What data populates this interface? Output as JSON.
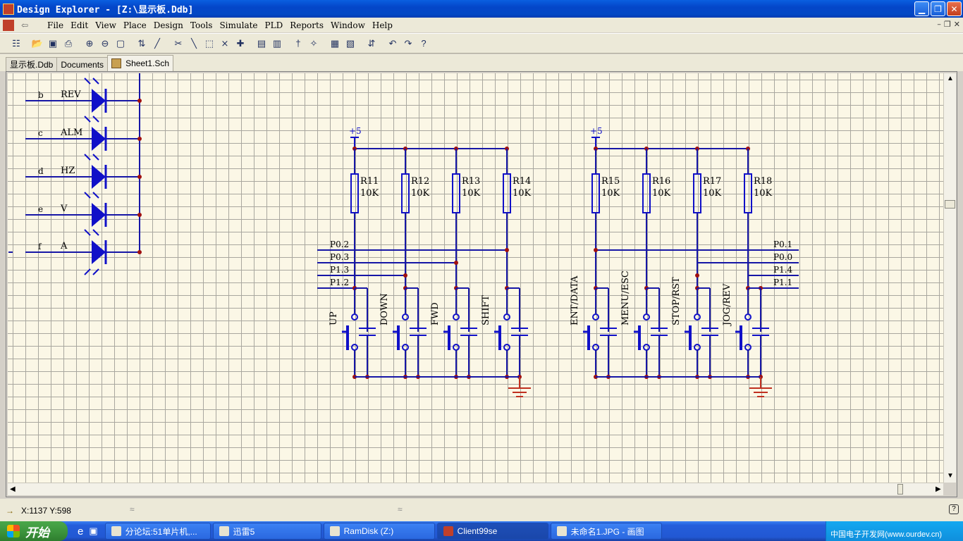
{
  "window": {
    "title": "Design Explorer - [Z:\\显示板.Ddb]",
    "minimize_icon": "minimize-icon",
    "restore_icon": "restore-icon",
    "close_icon": "close-icon"
  },
  "menubar": {
    "items": [
      "File",
      "Edit",
      "View",
      "Place",
      "Design",
      "Tools",
      "Simulate",
      "PLD",
      "Reports",
      "Window",
      "Help"
    ]
  },
  "tabs": [
    {
      "label": "显示板.Ddb"
    },
    {
      "label": "Documents"
    },
    {
      "label": "Sheet1.Sch",
      "active": true
    }
  ],
  "toolbar": {
    "icons": [
      "tree-icon",
      "open-icon",
      "save-icon",
      "print-icon",
      "zoom-in-icon",
      "zoom-out-icon",
      "zoom-fit-icon",
      "hierarchy-icon",
      "wire-icon",
      "cut-icon",
      "line-icon",
      "select-icon",
      "deselect-icon",
      "move-icon",
      "library-icon",
      "browse-icon",
      "probe-icon",
      "highlight-icon",
      "netlist-icon",
      "annotate-icon",
      "align-icon",
      "undo-icon",
      "redo-icon",
      "help-icon"
    ]
  },
  "schematic": {
    "led_rows": [
      {
        "pin": "b",
        "label": "REV"
      },
      {
        "pin": "c",
        "label": "ALM"
      },
      {
        "pin": "d",
        "label": "HZ"
      },
      {
        "pin": "e",
        "label": "V"
      },
      {
        "pin": "f",
        "label": "A"
      }
    ],
    "power_label_left": "+5",
    "power_label_right": "+5",
    "resistors_left": [
      {
        "ref": "R11",
        "value": "10K"
      },
      {
        "ref": "R12",
        "value": "10K"
      },
      {
        "ref": "R13",
        "value": "10K"
      },
      {
        "ref": "R14",
        "value": "10K"
      }
    ],
    "resistors_right": [
      {
        "ref": "R15",
        "value": "10K"
      },
      {
        "ref": "R16",
        "value": "10K"
      },
      {
        "ref": "R17",
        "value": "10K"
      },
      {
        "ref": "R18",
        "value": "10K"
      }
    ],
    "nets_left": [
      "P0.2",
      "P0.3",
      "P1.3",
      "P1.2"
    ],
    "nets_right": [
      "P0.1",
      "P0.0",
      "P1.4",
      "P1.1"
    ],
    "switches_left": [
      "UP",
      "DOWN",
      "FWD",
      "SHIFT"
    ],
    "switches_right": [
      "ENT/DATA",
      "MENU/ESC",
      "STOP/RST",
      "JOG/REV"
    ],
    "colors": {
      "wire": "#1616a6",
      "component": "#1010c8",
      "junction": "#a01010",
      "ground": "#c03020",
      "grid_bg": "#fbf7e6"
    }
  },
  "status": {
    "coords": "X:1137 Y:598"
  },
  "taskbar": {
    "start_label": "开始",
    "tasks": [
      "分论坛:51单片机,...",
      "迅雷5",
      "RamDisk (Z:)",
      "Client99se",
      "未命名1.JPG - 画图"
    ],
    "active_task_index": 3,
    "tray_text": "中国电子开发网(www.ourdev.cn)"
  }
}
